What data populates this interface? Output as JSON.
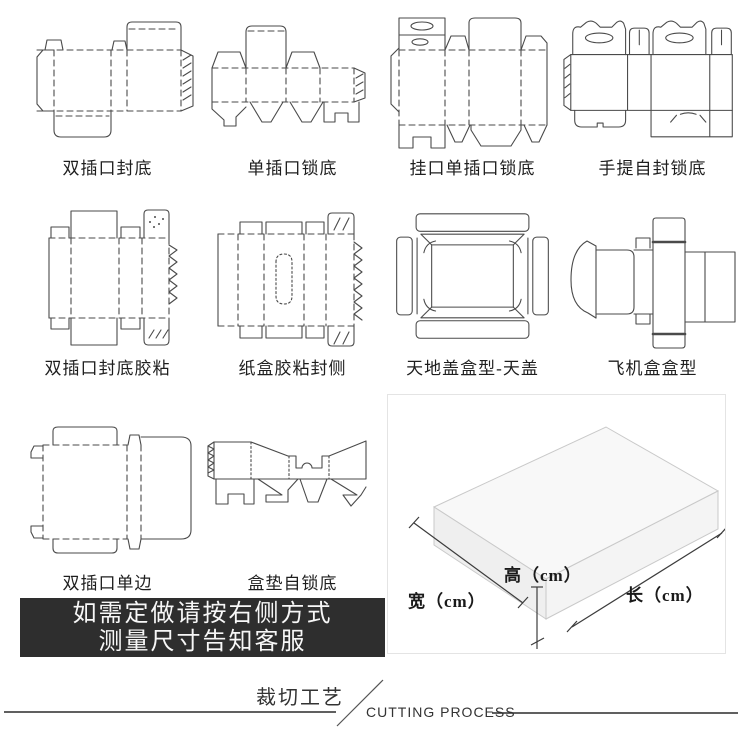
{
  "cards": [
    {
      "label": "双插口封底"
    },
    {
      "label": "单插口锁底"
    },
    {
      "label": "挂口单插口锁底"
    },
    {
      "label": "手提自封锁底"
    },
    {
      "label": "双插口封底胶粘"
    },
    {
      "label": "纸盒胶粘封侧"
    },
    {
      "label": "天地盖盒型-天盖"
    },
    {
      "label": "飞机盒盒型"
    },
    {
      "label": "双插口单边"
    },
    {
      "label": "盒垫自锁底"
    }
  ],
  "notice": {
    "line1": "如需定做请按右侧方式",
    "line2": "测量尺寸告知客服",
    "bg": "#2e2e2e",
    "text_color": "#ffffff"
  },
  "measure": {
    "width_label": "宽（cm）",
    "height_label": "高（cm）",
    "length_label": "长（cm）"
  },
  "footer": {
    "title_zh": "裁切工艺",
    "title_en": "CUTTING PROCESS"
  },
  "colors": {
    "dieline_stroke": "#4a4a4a",
    "label_text": "#1e1e1e",
    "divider": "#2b2b2b"
  }
}
